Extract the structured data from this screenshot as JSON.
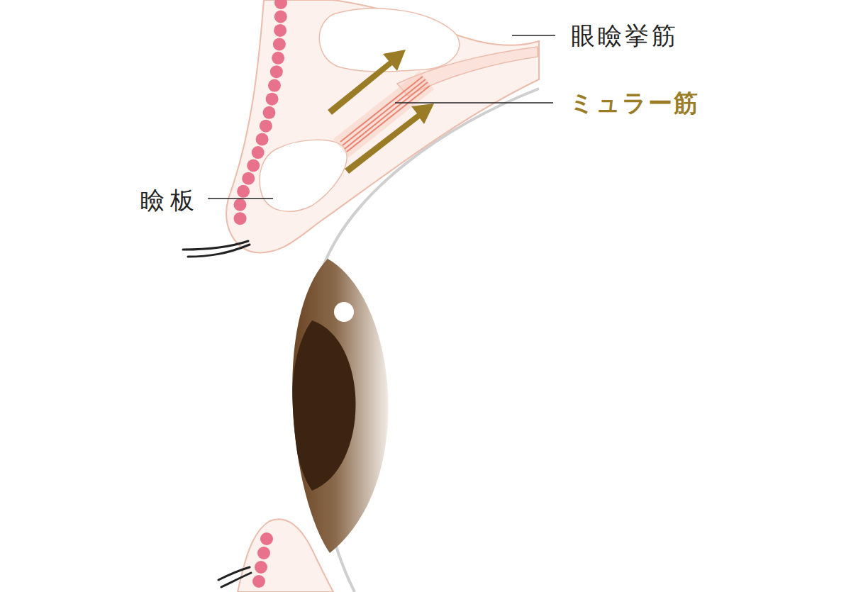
{
  "diagram": {
    "labels": [
      "眼瞼挙筋",
      "ミュラー筋",
      "瞼板"
    ]
  }
}
